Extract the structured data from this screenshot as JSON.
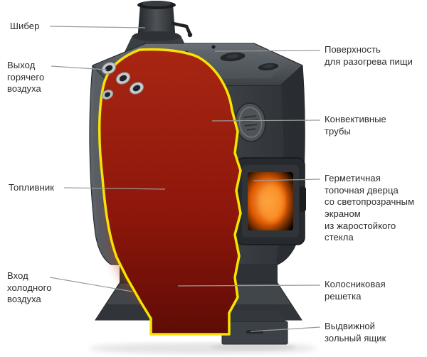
{
  "diagram": {
    "subject": "cutaway-stove-diagram",
    "palette": {
      "cutaway_outline": "#f6e400",
      "body_dark": "#33373b",
      "fire_orange": "#ff8a00",
      "leader_line": "#9b9b9b",
      "label_text": "#2b2b2b"
    }
  },
  "labels": {
    "left": [
      {
        "id": "damper",
        "text": "Шибер"
      },
      {
        "id": "hot-air-outlet",
        "text": "Выход\nгорячего\nвоздуха"
      },
      {
        "id": "firebox",
        "text": "Топливник"
      },
      {
        "id": "cold-air-inlet",
        "text": "Вход\nхолодного\nвоздуха"
      }
    ],
    "right": [
      {
        "id": "cooking-surface",
        "text": "Поверхность\nдля разогрева пищи"
      },
      {
        "id": "convective-tubes",
        "text": "Конвективные\nтрубы"
      },
      {
        "id": "sealed-door",
        "text": "Герметичная\nтопочная дверца\nсо светопрозрачным\nэкраном\nиз жаростойкого\nстекла"
      },
      {
        "id": "grate",
        "text": "Колосниковая\nрешетка"
      },
      {
        "id": "ash-drawer",
        "text": "Выдвижной\nзольный ящик"
      }
    ]
  }
}
